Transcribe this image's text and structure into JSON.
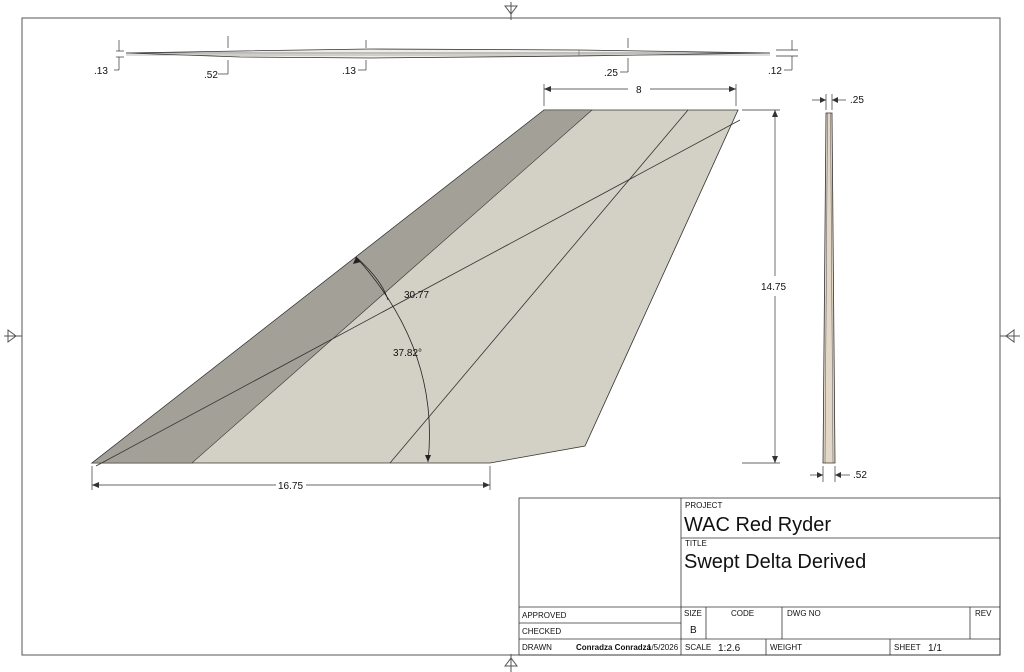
{
  "dimensions": {
    "top_view": {
      "thk_root": ".13",
      "thk_a": ".52",
      "thk_b": ".13",
      "thk_c": ".25",
      "thk_tip": ".12"
    },
    "tip_chord": "8",
    "span": "14.75",
    "root_chord": "16.75",
    "sweep_a": "30.77",
    "sweep_b": "37.82°",
    "side_tip_thk": ".25",
    "side_root_thk": ".52"
  },
  "title_block": {
    "project_label": "PROJECT",
    "project": "WAC Red Ryder",
    "title_label": "TITLE",
    "title": "Swept Delta Derived",
    "approved_label": "APPROVED",
    "checked_label": "CHECKED",
    "drawn_label": "DRAWN",
    "drawn_by": "Conradza Conradza",
    "drawn_date": "1/5/2026",
    "size_label": "SIZE",
    "size": "B",
    "code_label": "CODE",
    "dwg_no_label": "DWG NO",
    "rev_label": "REV",
    "scale_label": "SCALE",
    "scale": "1:2.6",
    "weight_label": "WEIGHT",
    "sheet_label": "SHEET",
    "sheet": "1/1"
  },
  "colors": {
    "panel_light": "#d3d0c6",
    "panel_dark": "#a3a197",
    "outline": "#333333"
  }
}
